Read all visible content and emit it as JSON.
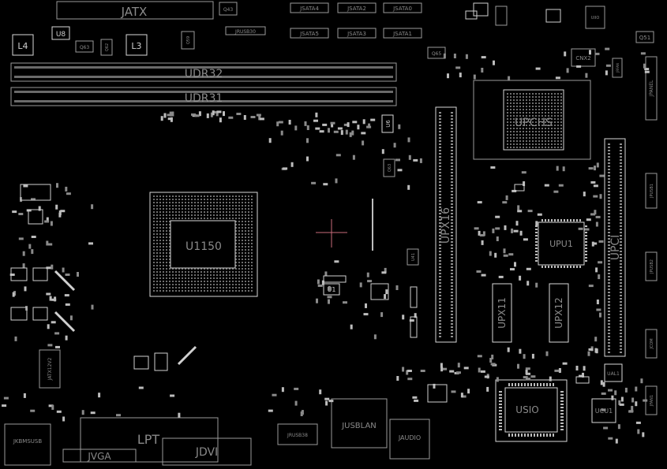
{
  "board": {
    "labels": {
      "jatx": "JATX",
      "udr32": "UDR32",
      "udr31": "UDR31",
      "l4": "L4",
      "l3": "L3",
      "u8": "U8",
      "q43": "Q43",
      "q63": "Q63",
      "q62": "Q62",
      "q59": "Q59",
      "q65": "Q65",
      "q51": "Q51",
      "jsata4": "JSATA4",
      "jsata2": "JSATA2",
      "jsata0": "JSATA0",
      "jsata5": "JSATA5",
      "jsata3": "JSATA3",
      "jsata1": "JSATA1",
      "jrusb30": "JRUSB30",
      "uiio": "UIIO",
      "cnx2": "CNX2",
      "jpanel": "JPANEL",
      "upch": "UPCHS",
      "upx16": "UPX16",
      "u1150": "U1150",
      "upu1": "UPU1",
      "upci": "UPCI",
      "upx11": "UPX11",
      "upx12": "UPX12",
      "usio": "USIO",
      "ucu1": "UCU1",
      "ual1": "UAL1",
      "u1": "U1",
      "u6": "U6",
      "q63b": "Q63",
      "u41": "U41",
      "jatx12v2": "JATX12V2",
      "jkbmsusb": "JKBMSUSB",
      "lpt": "LPT",
      "jvga": "JVGA",
      "jdvi": "JDVI",
      "jrusb38": "JRUSB38",
      "jusblan": "JUSBLAN",
      "jaudio": "JAUDIO",
      "jpusb1": "JPUSB1",
      "jpusb2": "JPUSB2",
      "jcom": "JCOM",
      "jfan1": "JFAN1",
      "jrfan": "JRFAN"
    }
  }
}
